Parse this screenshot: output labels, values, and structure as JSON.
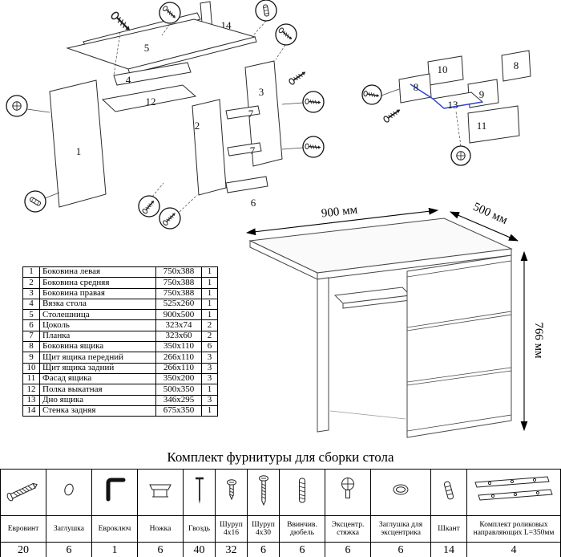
{
  "parts_table": {
    "rows": [
      {
        "num": "1",
        "name": "Боковина левая",
        "size": "750x388",
        "qty": "1"
      },
      {
        "num": "2",
        "name": "Боковина средняя",
        "size": "750x388",
        "qty": "1"
      },
      {
        "num": "3",
        "name": "Боковина правая",
        "size": "750x388",
        "qty": "1"
      },
      {
        "num": "4",
        "name": "Вязка стола",
        "size": "525x260",
        "qty": "1"
      },
      {
        "num": "5",
        "name": "Столешница",
        "size": "900x500",
        "qty": "1"
      },
      {
        "num": "6",
        "name": "Цоколь",
        "size": "323x74",
        "qty": "2"
      },
      {
        "num": "7",
        "name": "Планка",
        "size": "323x60",
        "qty": "2"
      },
      {
        "num": "8",
        "name": "Боковина ящика",
        "size": "350x110",
        "qty": "6"
      },
      {
        "num": "9",
        "name": "Щит ящика передний",
        "size": "266x110",
        "qty": "3"
      },
      {
        "num": "10",
        "name": "Щит ящика задний",
        "size": "266x110",
        "qty": "3"
      },
      {
        "num": "11",
        "name": "Фасад ящика",
        "size": "350x200",
        "qty": "3"
      },
      {
        "num": "12",
        "name": "Полка выкатная",
        "size": "500x350",
        "qty": "1"
      },
      {
        "num": "13",
        "name": "Дно ящика",
        "size": "346x295",
        "qty": "3"
      },
      {
        "num": "14",
        "name": "Стенка задняя",
        "size": "675x350",
        "qty": "1"
      }
    ]
  },
  "desk_dimensions": {
    "width": "900 мм",
    "depth": "500 мм",
    "height": "766 мм"
  },
  "assembly_diagram": {
    "labels": {
      "n1": "1",
      "n2": "2",
      "n3": "3",
      "n4": "4",
      "n5": "5",
      "n6": "6",
      "n7": "7",
      "n12": "12",
      "n14": "14"
    }
  },
  "drawer_diagram": {
    "labels": {
      "n8": "8",
      "n9": "9",
      "n10": "10",
      "n11": "11",
      "n13": "13"
    }
  },
  "hardware": {
    "title": "Комплект фурнитуры для сборки стола",
    "items": [
      {
        "name": "Евровинт",
        "qty": "20"
      },
      {
        "name": "Заглушка",
        "qty": "6"
      },
      {
        "name": "Евроключ",
        "qty": "1"
      },
      {
        "name": "Ножка",
        "qty": "6"
      },
      {
        "name": "Гвоздь",
        "qty": "40"
      },
      {
        "name": "Шуруп 4x16",
        "qty": "32"
      },
      {
        "name": "Шуруп 4x30",
        "qty": "6"
      },
      {
        "name": "Ввинчив. дюбель",
        "qty": "6"
      },
      {
        "name": "Эксцентр. стяжка",
        "qty": "6"
      },
      {
        "name": "Заглушка для эксцентрика",
        "qty": "6"
      },
      {
        "name": "Шкант",
        "qty": "14"
      },
      {
        "name": "Комплект роликовых направляющих L=350мм",
        "qty": "4"
      }
    ]
  }
}
